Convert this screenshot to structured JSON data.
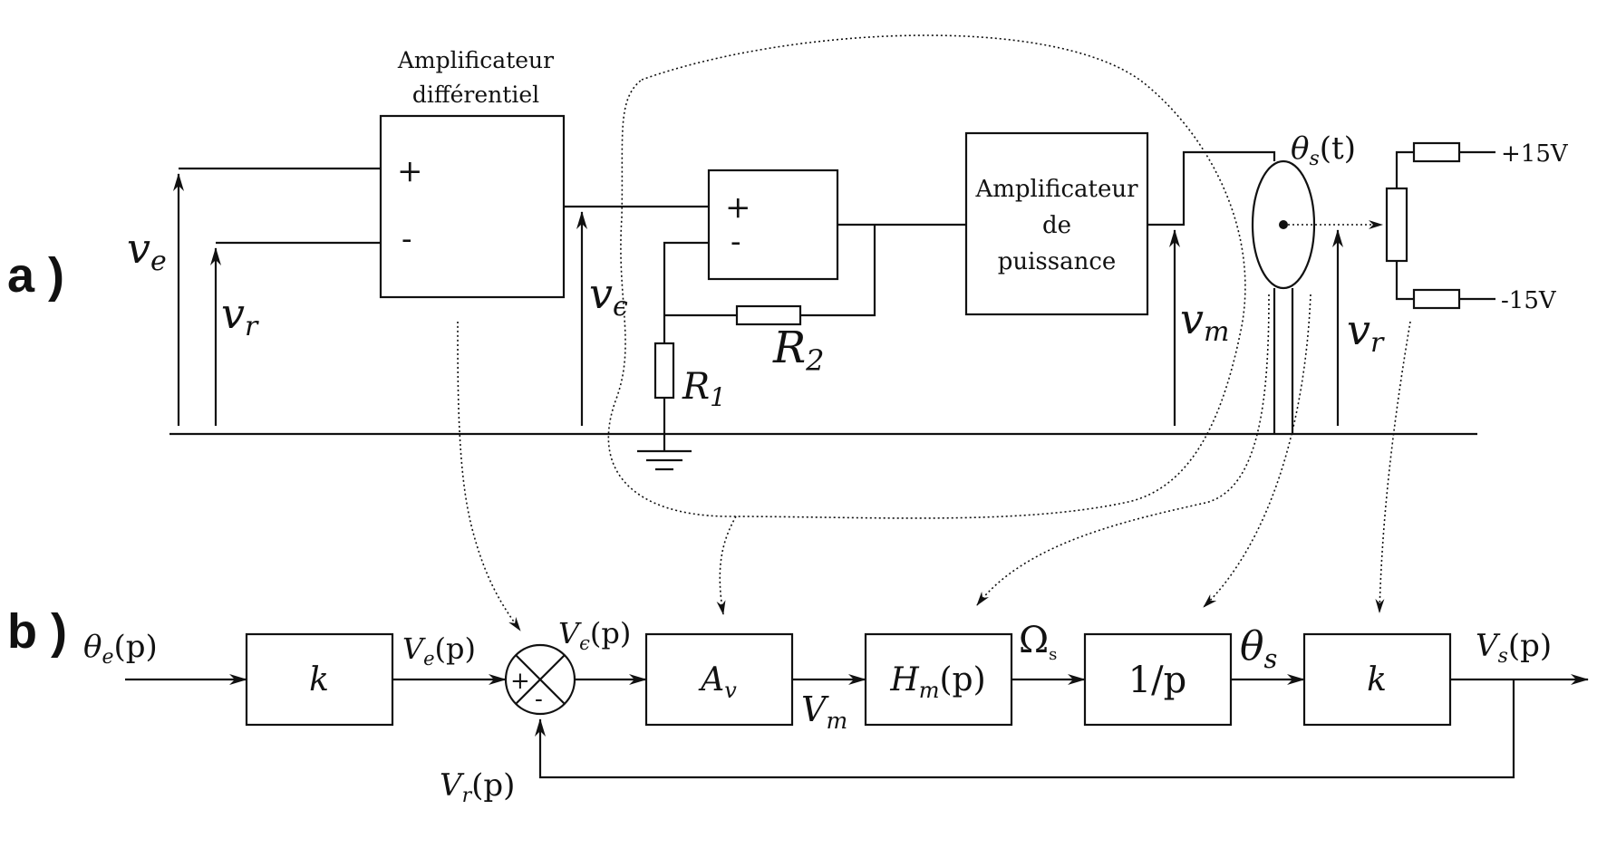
{
  "section_labels": {
    "a": "a )",
    "b": "b )"
  },
  "circuit": {
    "diff_amp_title_line1": "Amplificateur",
    "diff_amp_title_line2": "différentiel",
    "diff_amp_plus": "+",
    "diff_amp_minus": "-",
    "opamp_plus": "+",
    "opamp_minus": "-",
    "power_amp_line1": "Amplificateur",
    "power_amp_line2": "de",
    "power_amp_line3": "puissance",
    "v_e": "v",
    "v_e_sub": "e",
    "v_r": "v",
    "v_r_sub": "r",
    "v_eps": "v",
    "v_eps_sub": "ϵ",
    "v_m": "v",
    "v_m_sub": "m",
    "v_r2": "v",
    "v_r2_sub": "r",
    "r1": "R",
    "r1_sub": "1",
    "r2": "R",
    "r2_sub": "2",
    "theta_s_t": "θ",
    "theta_s_t_sub": "s",
    "theta_s_t_arg": "(t)",
    "plus15": "+15V",
    "minus15": "-15V"
  },
  "block_diagram": {
    "theta_e_in": "θ",
    "theta_e_sub": "e",
    "theta_e_arg": "(p)",
    "block_k1": "k",
    "ve_p": "V",
    "ve_p_sub": "e",
    "ve_p_arg": "(p)",
    "veps_p": "V",
    "veps_p_sub": "ϵ",
    "veps_p_arg": "(p)",
    "sum_plus": "+",
    "sum_minus": "-",
    "block_av": "A",
    "block_av_sub": "v",
    "vm": "V",
    "vm_sub": "m",
    "block_hm": "H",
    "block_hm_sub": "m",
    "block_hm_arg": "(p)",
    "omega_s": "Ω",
    "omega_s_sub": "s",
    "block_int": "1/p",
    "theta_s": "θ",
    "theta_s_sub": "s",
    "block_k2": "k",
    "vs_p": "V",
    "vs_p_sub": "s",
    "vs_p_arg": "(p)",
    "vr_p": "V",
    "vr_p_sub": "r",
    "vr_p_arg": "(p)"
  }
}
